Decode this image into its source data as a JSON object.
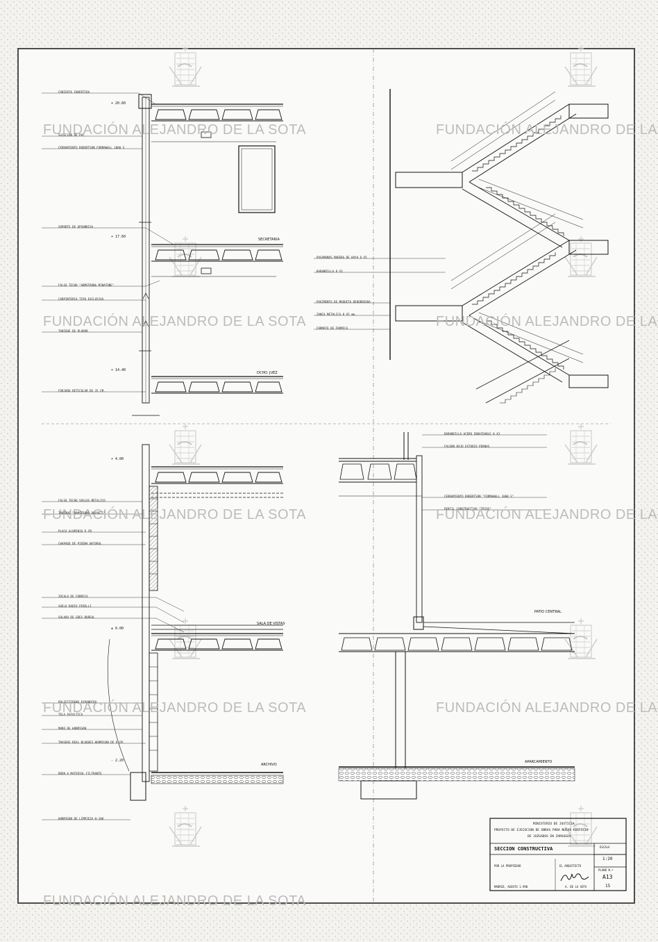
{
  "watermark": "FUNDACIÓN ALEJANDRO DE LA SOTA",
  "levels": [
    "+ 20.60",
    "+ 17.60",
    "+ 14.40",
    "+ 4.00",
    "± 0.00",
    "- 2.20"
  ],
  "rooms": {
    "secretaria": "SECRETARIA",
    "dcho_juez": "DCHO. JUEZ",
    "sala_vistas": "SALA DE VISTAS",
    "patio_central": "PATIO CENTRAL",
    "archivo": "ARCHIVO",
    "aparcamiento": "APARCAMIENTO"
  },
  "annotations_upper_left": [
    "CUBIERTA INVERTIDA",
    "SUJECION DE PVC",
    "CERRAMIENTO ROBERTSON FORMAWALL 1000 S",
    "SOPORTE DE UPSONRISA",
    "FALSO TECHO \"ARMSTRONG MINATONE\"",
    "CARPINTERIA TIPO EXCLUSIVA",
    "TABIQUE DE PLADUR",
    "FORJADO RETICULAR DE 35 CM."
  ],
  "annotations_lower_left": [
    "FALSO TECHO SOSLOS METALICO",
    "TABIQUE \"ARMSTRONG DOLMETI\"",
    "PLACA ALUMINIO 9 CM",
    "CHAPADO DE PIEDRA NATURAL",
    "ZOCALO DE FORMICA",
    "SUELO RADIO PIRELLI",
    "SOLADO DE GRES BUREAL",
    "POLIESTIRENO EXPANDIDO",
    "TELA ASFALTICA",
    "MURO DE HORMIGON",
    "TRASDOS REAL BLOQUES HORMIGON DE 9 CM.",
    "DREN A MATERIAL FILTRANTE",
    "HORMIGON DE LIMPIEZA H-100"
  ],
  "annotations_stair": [
    "PASAMANOS MADERA DE HAYA 6 X5",
    "BARANDILLA 8 X3",
    "PAVIMENTO DE MOQUETA REBORDEADA",
    "ZANCA METALICA 8 X5 mm.",
    "FORMATO DE FORMICA"
  ],
  "annotations_lower_right": [
    "BARANDILLA ACERO INOXIDABLE 8 X3",
    "FALDON BAJO ESTUDIO PERNAS",
    "CERRAMIENTO ROBERTSON \"FORMAWALL 1000 S\"",
    "PERFIL CONSTRUCTIVO \"TRIOS\""
  ],
  "title_block": {
    "ministry": "MINISTERIO DE JUSTICIA",
    "project_line1": "PROYECTO DE EJECUCION DE OBRAS PARA NUEVO EDIFICIO",
    "project_line2": "DE JUZGADOS EN ZARAGOZA",
    "drawing_title": "SECCION CONSTRUCTIVA",
    "scale_label": "ESCALA",
    "scale": "1:20",
    "property_label": "POR LA PROPIEDAD",
    "architect_label": "EL ARQUITECTO",
    "plan_label": "PLANO N.º",
    "plan_number": "A13",
    "sheet_number": "15",
    "place_date": "MADRID, AGOSTO 1.990",
    "architect_name": "A. DE LA SOTA"
  }
}
